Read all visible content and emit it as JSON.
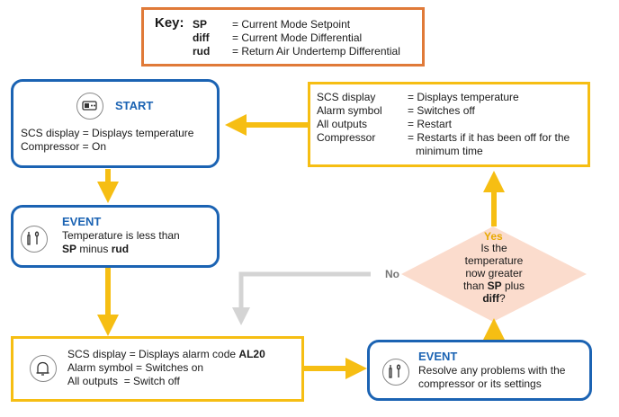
{
  "key": {
    "title": "Key:",
    "rows": [
      {
        "abbr": "SP",
        "desc": "= Current Mode Setpoint"
      },
      {
        "abbr": "diff",
        "desc": "= Current Mode Differential"
      },
      {
        "abbr": "rud",
        "desc": "= Return Air Undertemp Differential"
      }
    ]
  },
  "start": {
    "header": "START",
    "line1": "SCS display = Displays temperature",
    "line2": "Compressor = On"
  },
  "event1": {
    "header": "EVENT",
    "line1": "Temperature is less than",
    "sp": "SP",
    "minus": " minus ",
    "rud": "rud"
  },
  "alarm": {
    "line1_pre": "SCS display = Displays alarm code ",
    "line1_code": "AL20",
    "line2": "Alarm symbol = Switches on",
    "line3": "All outputs  = Switch off"
  },
  "event2": {
    "header": "EVENT",
    "line1": "Resolve any problems with the",
    "line2": "compressor or its settings"
  },
  "decision": {
    "line1": "Is the",
    "line2": "temperature",
    "line3": "now greater",
    "line4_pre": "than ",
    "line4_sp": "SP",
    "line4_post": " plus",
    "line5_diff": "diff",
    "line5_q": "?",
    "yes": "Yes",
    "no": "No"
  },
  "restart": {
    "rows": [
      {
        "label": "SCS display",
        "value": "= Displays temperature"
      },
      {
        "label": "Alarm symbol",
        "value": "= Switches off"
      },
      {
        "label": "All outputs",
        "value": "= Restart"
      },
      {
        "label": "Compressor",
        "value": "= Restarts if it has been off for the"
      }
    ],
    "cont": "minimum time"
  },
  "colors": {
    "blue": "#1b63b3",
    "yellow": "#f6be13",
    "orange": "#e07a38",
    "diamond": "#fbdccd",
    "gray_arrow": "#d4d4d4"
  }
}
